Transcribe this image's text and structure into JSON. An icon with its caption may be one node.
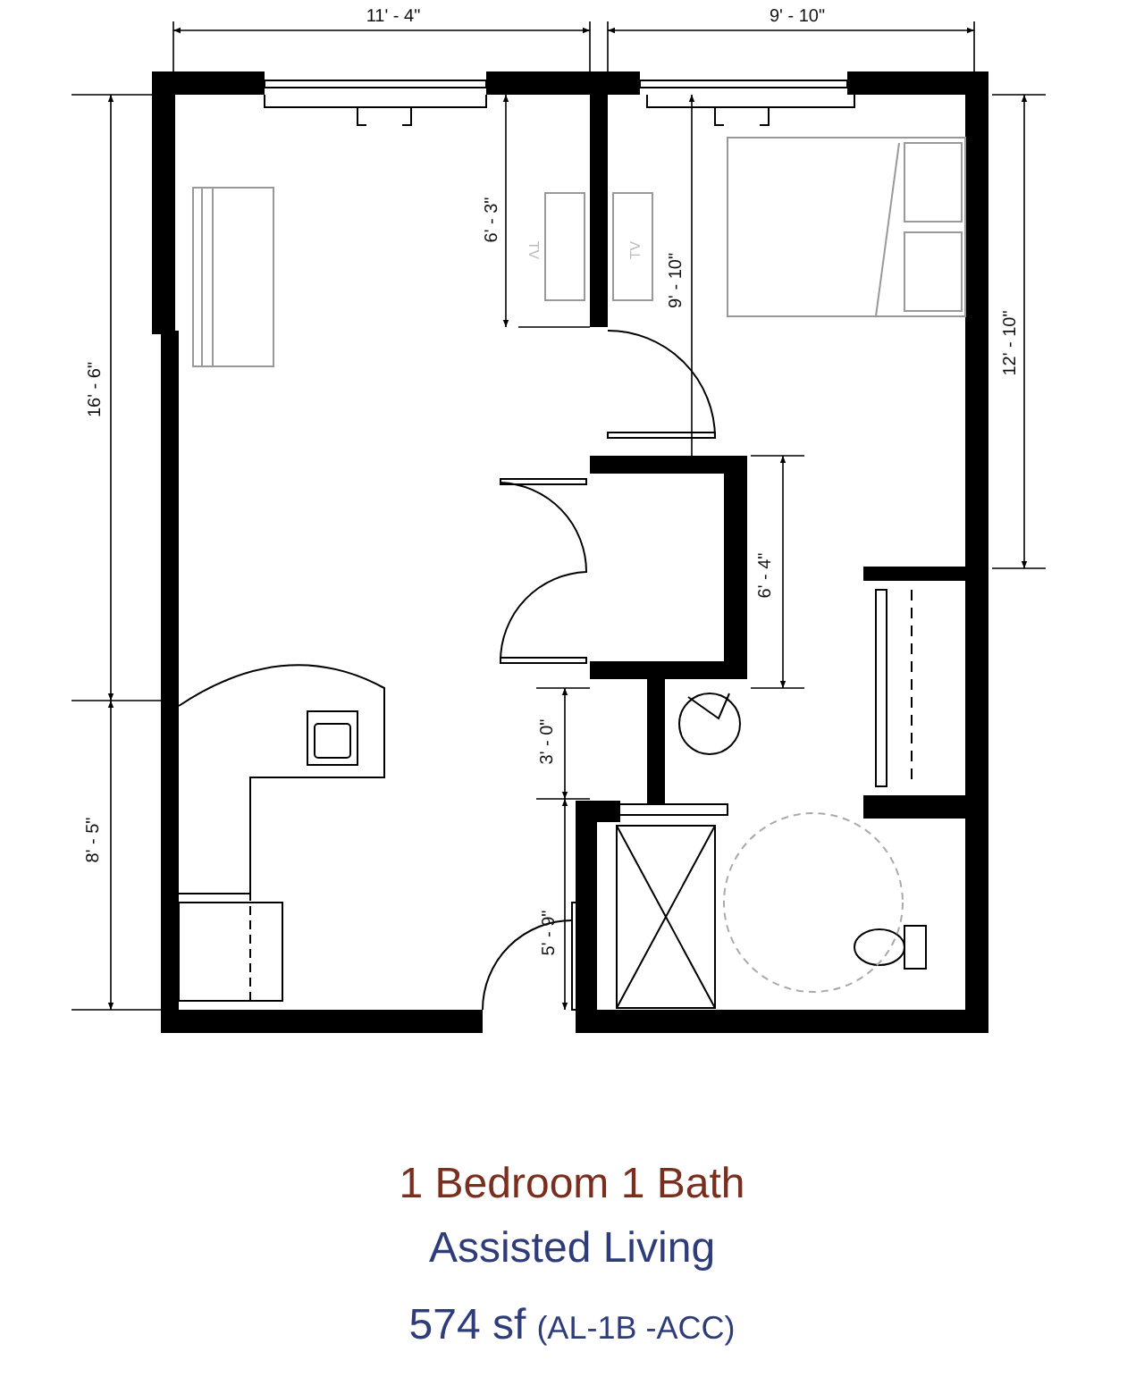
{
  "diagram": {
    "title": "1 Bedroom 1 Bath",
    "labels": [
      "11' - 4\"",
      "9' - 10\"",
      "6' - 3\"",
      "TV",
      "TV",
      "9' - 10\"",
      "12' - 10\"",
      "16' - 6\"",
      "6' - 4\"",
      "3' - 0\"",
      "8' - 5\"",
      "5' - 9\"",
      "Assisted Living",
      "574 sf",
      "(AL-1B -ACC)"
    ]
  }
}
